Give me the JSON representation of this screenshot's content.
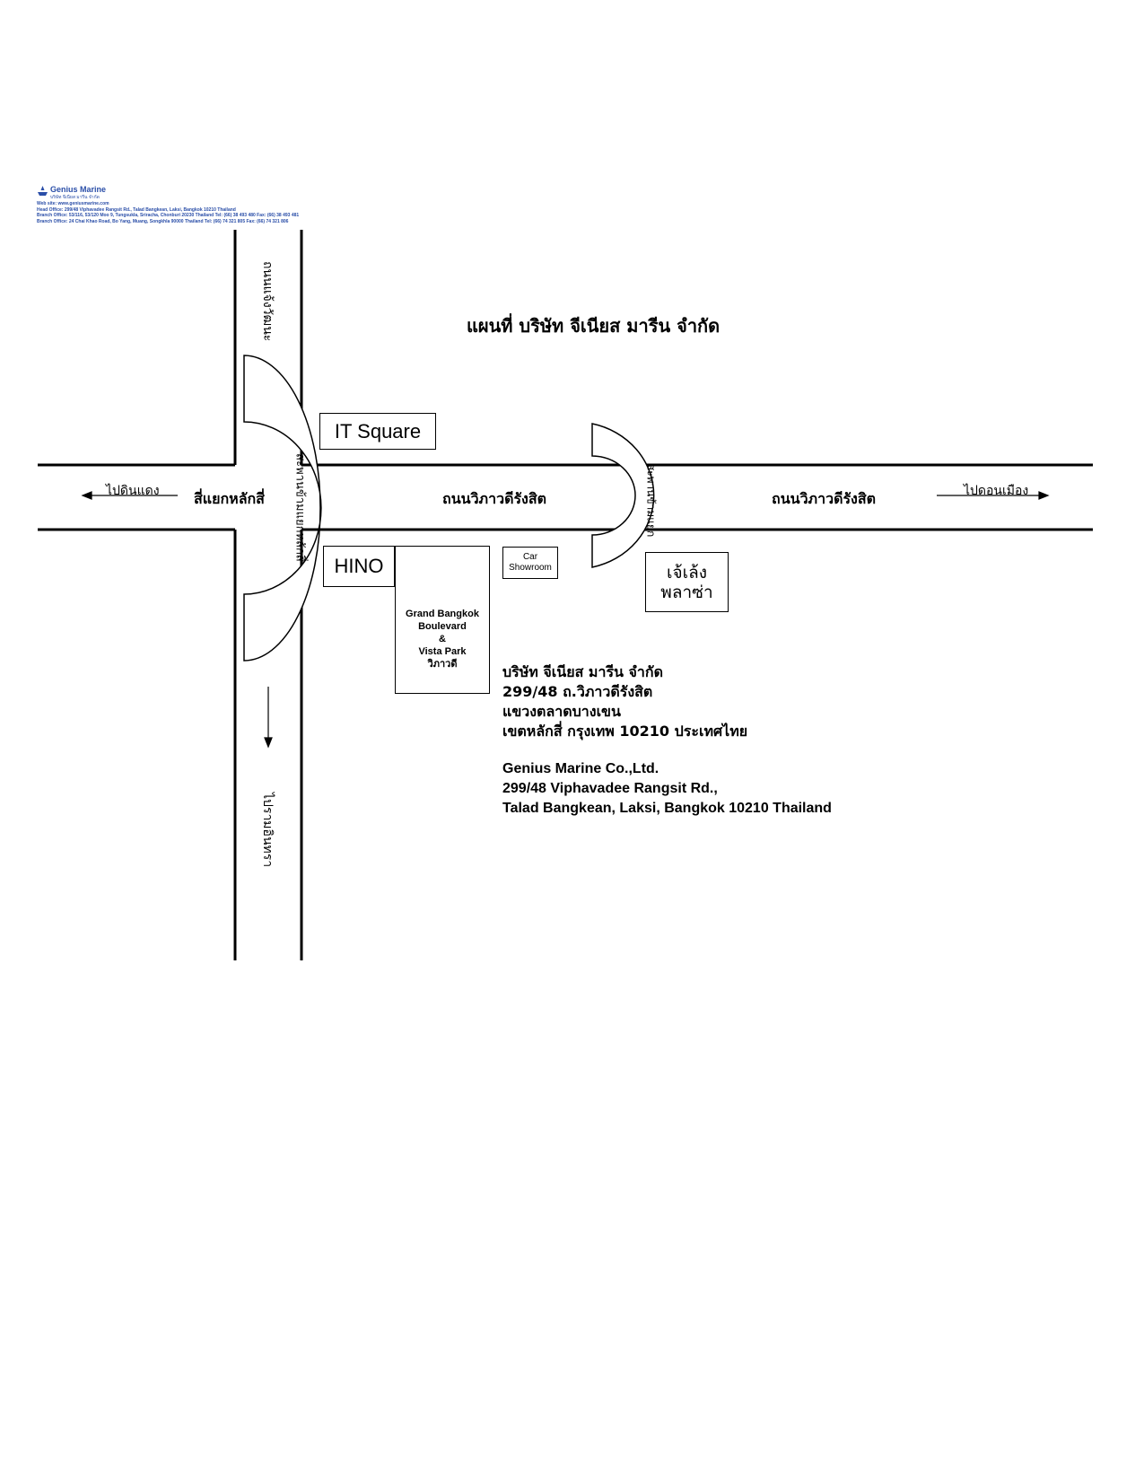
{
  "header": {
    "company_logo": "Genius Marine",
    "company_thai_sub": "บริษัท จีเนียส มารีน จำกัด",
    "website": "Web site: www.geniusmarine.com",
    "head_office": "Head Office: 299/48 Viphavadee Rangsit Rd., Talad Bangkean, Laksi, Bangkok 10210 Thailand",
    "branch_1": "Branch Office: 53/116, 53/120 Moo 9, Tungsukla, Sriracha, Chonburi 20230 Thailand Tel: (66) 38 493 480 Fax: (66) 38 493 481",
    "branch_2": "Branch Office: 24 Chai Khao Road, Bo Yang, Muang, Songkhla 90000 Thailand Tel: (66) 74 321 805 Fax: (66) 74 321 806"
  },
  "map": {
    "title": "แผนที่ บริษัท จีเนียส มารีน จำกัด",
    "road_north": "ถนนแจ้งวัฒนะ",
    "road_south": "ไปรามอินทรา",
    "to_west": "ไปดินแดง",
    "to_east": "ไปดอนเมือง",
    "intersection": "สี่แยกหลักสี่",
    "main_road_west": "ถนนวิภาวดีรังสิต",
    "main_road_east": "ถนนวิภาวดีรังสิต",
    "bridge_west": "สะพานข้ามแยกหลักสี่",
    "bridge_east": "สะพานข้ามแยก",
    "landmarks": {
      "it_square": "IT Square",
      "hino": "HINO",
      "car_showroom_1": "Car",
      "car_showroom_2": "Showroom",
      "grand_bangkok_1": "Grand Bangkok",
      "grand_bangkok_2": "Boulevard",
      "grand_bangkok_3": "&",
      "grand_bangkok_4": "Vista Park",
      "grand_bangkok_5": "วิภาวดี",
      "jaeng_plaza_1": "เจ้เล้ง",
      "jaeng_plaza_2": "พลาซ่า"
    }
  },
  "address": {
    "thai_line_1": "บริษัท จีเนียส มารีน จำกัด",
    "thai_line_2": "299/48 ถ.วิภาวดีรังสิต",
    "thai_line_3": "แขวงตลาดบางเขน",
    "thai_line_4": "เขตหลักสี่ กรุงเทพ 10210 ประเทศไทย",
    "en_line_1": "Genius Marine Co.,Ltd.",
    "en_line_2": "299/48 Viphavadee Rangsit Rd.,",
    "en_line_3": "Talad Bangkean, Laksi, Bangkok 10210 Thailand"
  }
}
